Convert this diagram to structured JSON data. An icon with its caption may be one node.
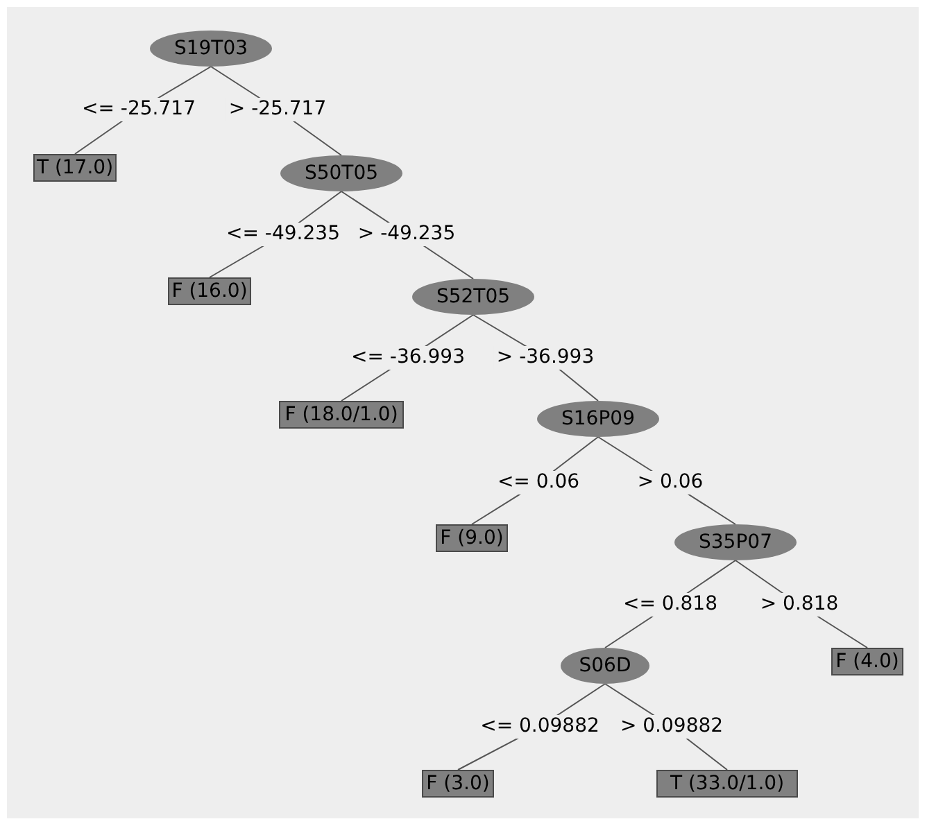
{
  "diagram": {
    "nodes": [
      {
        "text": [
          "S19T03"
        ]
      },
      {
        "text": [
          "T (17.0)"
        ]
      },
      {
        "text": [
          "S50T05"
        ]
      },
      {
        "text": [
          "F (16.0)"
        ]
      },
      {
        "text": [
          "S52T05"
        ]
      },
      {
        "text": [
          "F (18.0/1.0)"
        ]
      },
      {
        "text": [
          "S16P09"
        ]
      },
      {
        "text": [
          "F (9.0)"
        ]
      },
      {
        "text": [
          "S35P07"
        ]
      },
      {
        "text": [
          "F (4.0)"
        ]
      },
      {
        "text": [
          "S06D"
        ]
      },
      {
        "text": [
          "F (3.0)"
        ]
      },
      {
        "text": [
          "T (33.0/1.0)"
        ]
      }
    ],
    "edges": [
      {
        "from": 0,
        "to": 1,
        "arrow": "none",
        "label": "<= -25.717"
      },
      {
        "from": 0,
        "to": 2,
        "arrow": "none",
        "label": "> -25.717"
      },
      {
        "from": 2,
        "to": 3,
        "arrow": "none",
        "label": "<= -49.235"
      },
      {
        "from": 2,
        "to": 4,
        "arrow": "none",
        "label": "> -49.235"
      },
      {
        "from": 4,
        "to": 5,
        "arrow": "none",
        "label": "<= -36.993"
      },
      {
        "from": 4,
        "to": 6,
        "arrow": "none",
        "label": "> -36.993"
      },
      {
        "from": 6,
        "to": 7,
        "arrow": "none",
        "label": "<= 0.06"
      },
      {
        "from": 6,
        "to": 8,
        "arrow": "none",
        "label": "> 0.06"
      },
      {
        "from": 8,
        "to": 10,
        "arrow": "none",
        "label": "<= 0.818"
      },
      {
        "from": 8,
        "to": 9,
        "arrow": "none",
        "label": "> 0.818"
      },
      {
        "from": 10,
        "to": 11,
        "arrow": "none",
        "label": "<= 0.09882"
      },
      {
        "from": 10,
        "to": 12,
        "arrow": "none",
        "label": "> 0.09882"
      }
    ]
  }
}
